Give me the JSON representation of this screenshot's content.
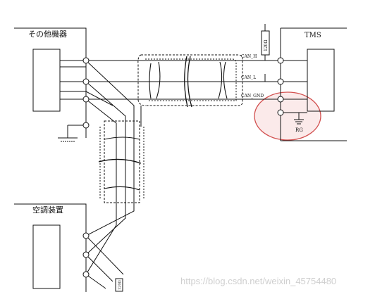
{
  "blocks": {
    "other_equipment": "その他機器",
    "tms": "TMS",
    "hvac": "空調装置"
  },
  "signals": {
    "can_h": "CAN_H",
    "can_l": "CAN_L",
    "can_gnd": "CAN_GND"
  },
  "resistors": {
    "top": "120Ω",
    "bottom": "120Ω"
  },
  "ground": {
    "rg": "RG"
  },
  "watermark": "https://blog.csdn.net/weixin_45754480",
  "colors": {
    "line": "#111111",
    "highlight": "#d2504f",
    "highlight_fill": "#fbeaea"
  }
}
